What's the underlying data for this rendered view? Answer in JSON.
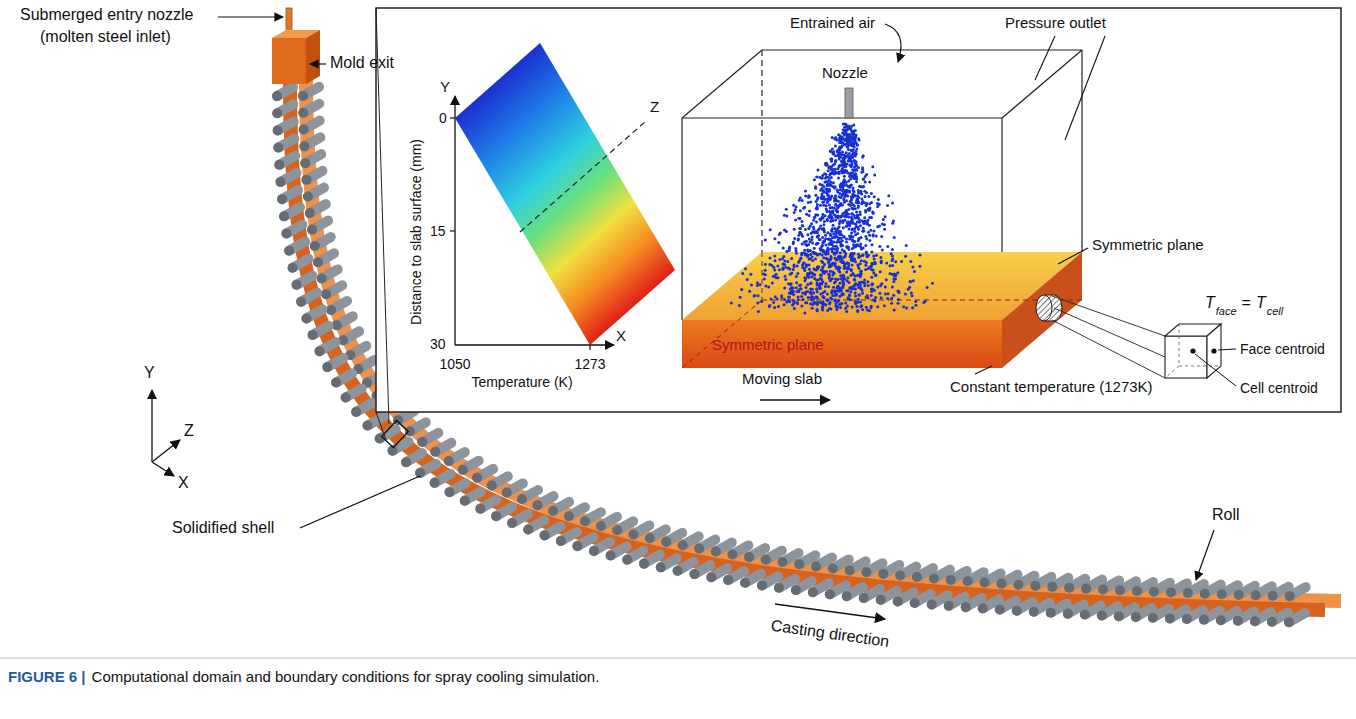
{
  "diagram": {
    "caption": "Computational domain and boundary conditions for spray cooling simulation.",
    "labels": [
      "Submerged entry nozzle",
      "(molten steel inlet)",
      "Mold exit",
      "Y",
      "Z",
      "X",
      "Solidified shell",
      "Roll",
      "Casting direction",
      "Entrained air",
      "Pressure outlet",
      "Nozzle",
      "Symmetric plane",
      "Z",
      "Y",
      "Distance to slab surface (mm)",
      "0",
      "15",
      "30",
      "1050",
      "1273",
      "X",
      "Temperature (K)",
      "Symmetric plane",
      "Moving slab",
      "Constant temperature (1273K)",
      "T",
      "face",
      "=",
      "T",
      "cell",
      "Face centroid",
      "Cell centroid",
      "FIGURE 6 |"
    ]
  }
}
